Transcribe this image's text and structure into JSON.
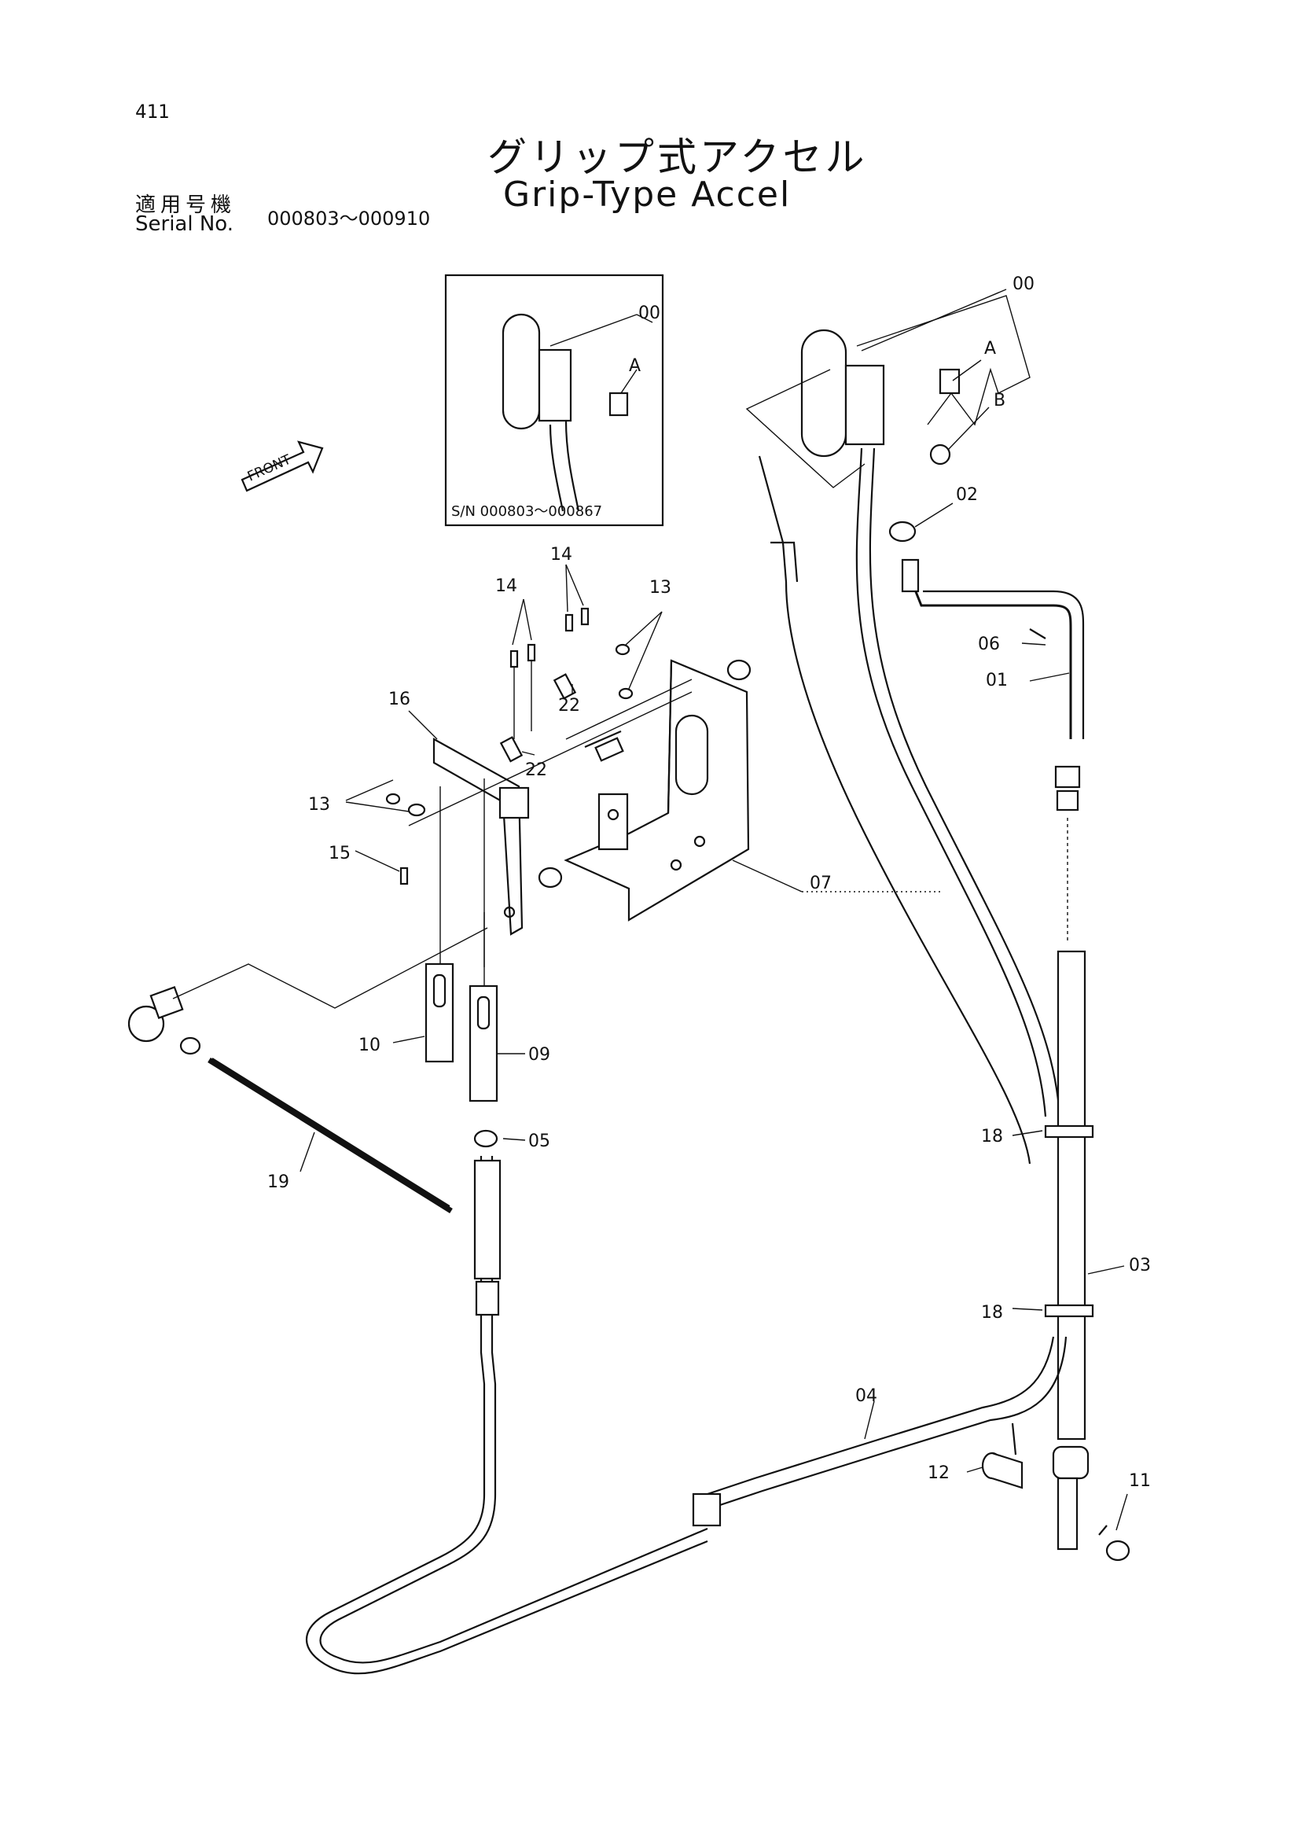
{
  "header": {
    "page_number": "411",
    "title_jp": "グリップ式アクセル",
    "title_en": "Grip-Type Accel",
    "serial_label_jp": "適用号機",
    "serial_label_en": "Serial No.",
    "serial_range": "000803～000910"
  },
  "inset": {
    "note": "S/N 000803～000867",
    "labels": [
      "00",
      "A"
    ]
  },
  "front_marker": "FRONT",
  "callouts": {
    "p00": "00",
    "pA": "A",
    "pB": "B",
    "p01": "01",
    "p02": "02",
    "p03": "03",
    "p04": "04",
    "p05": "05",
    "p06": "06",
    "p07": "07",
    "p09": "09",
    "p10": "10",
    "p11": "11",
    "p12": "12",
    "p13a": "13",
    "p13b": "13",
    "p14a": "14",
    "p14b": "14",
    "p15": "15",
    "p16": "16",
    "p18a": "18",
    "p18b": "18",
    "p19": "19",
    "p22a": "22",
    "p22b": "22"
  }
}
